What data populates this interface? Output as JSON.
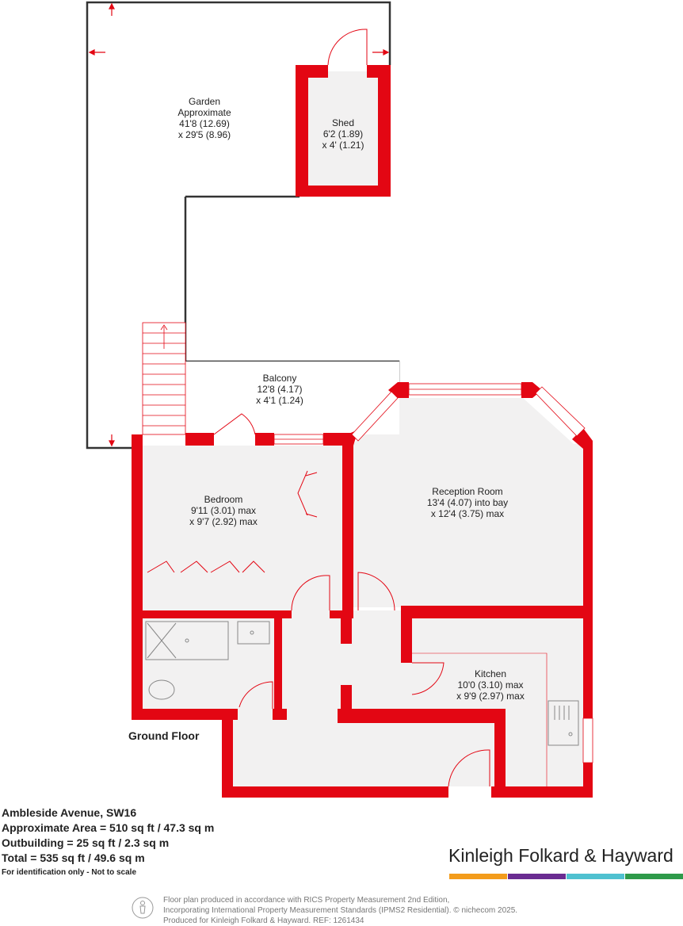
{
  "rooms": {
    "garden": {
      "name": "Garden",
      "note": "Approximate",
      "dim1": "41'8 (12.69)",
      "dim2": "x 29'5 (8.96)"
    },
    "shed": {
      "name": "Shed",
      "dim1": "6'2 (1.89)",
      "dim2": "x 4' (1.21)"
    },
    "balcony": {
      "name": "Balcony",
      "dim1": "12'8 (4.17)",
      "dim2": "x 4'1 (1.24)"
    },
    "bedroom": {
      "name": "Bedroom",
      "dim1": "9'11 (3.01) max",
      "dim2": "x 9'7 (2.92) max"
    },
    "reception": {
      "name": "Reception Room",
      "dim1": "13'4 (4.07) into bay",
      "dim2": "x 12'4 (3.75) max"
    },
    "kitchen": {
      "name": "Kitchen",
      "dim1": "10'0 (3.10) max",
      "dim2": "x 9'9 (2.97) max"
    }
  },
  "floor_label": "Ground Floor",
  "property": {
    "address": "Ambleside Avenue, SW16",
    "approx_area": "Approximate Area = 510 sq ft / 47.3 sq m",
    "outbuilding": "Outbuilding = 25 sq ft / 2.3 sq m",
    "total": "Total = 535 sq ft / 49.6 sq m",
    "disclaimer": "For identification only - Not to scale"
  },
  "brand": {
    "name": "Kinleigh Folkard & Hayward",
    "colors": [
      "#f39c1b",
      "#6a2c91",
      "#4fc1d0",
      "#2e9a4a"
    ]
  },
  "footer": {
    "line1": "Floor plan produced in accordance with RICS Property Measurement 2nd Edition,",
    "line2": "Incorporating International Property Measurement Standards (IPMS2 Residential).",
    "copyright": "© nichecom 2025.",
    "line3": "Produced for Kinleigh Folkard & Hayward.",
    "ref": "REF: 1261434"
  },
  "colors": {
    "wall": "#e30613",
    "floor": "#f2f1f1",
    "line": "#333333"
  }
}
